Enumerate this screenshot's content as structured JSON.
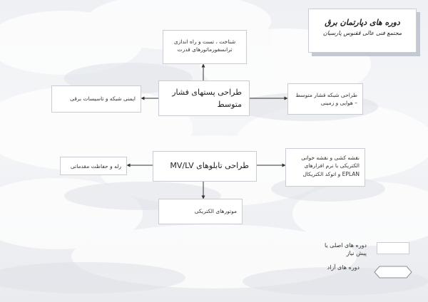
{
  "logo": {
    "title": "دوره های دپارتمان برق",
    "subtitle": "مجتمع فنی عالی ققنوس پارسیان"
  },
  "nodes": {
    "mv_substation": "طراحی پستهای فشار متوسط",
    "mv_lv_panels": "طراحی تابلوهای MV/LV",
    "power_transformers": "شناخت ، تست و راه اندازی ترانسفورماتورهای قدرت",
    "grid_safety": "ایمنی شبکه و تاسیسات برقی",
    "mv_network": "طراحی شبکه فشار متوسط – هوایی و زمینی",
    "protection": "رله و حفاظت مقدماتی",
    "drawing_software": "نقشه کشی و نقشه خوانی الکتریکی با نرم افزارهای EPLAN و اتوکد الکتریکال",
    "motors": "موتورهای الکتریکی"
  },
  "legend": {
    "main_label": "دوره های اصلی یا پیش نیاز",
    "free_label": "دوره های آزاد"
  },
  "colors": {
    "main_accent": "#aef2a0",
    "box_border": "#c9ccd2",
    "connector": "#333333"
  }
}
